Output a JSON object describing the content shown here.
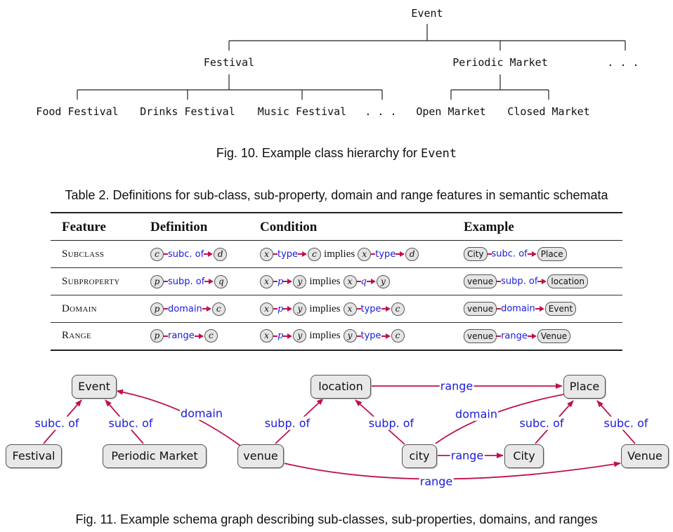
{
  "fig10": {
    "root": "Event",
    "mid": [
      "Festival",
      "Periodic Market",
      ". . ."
    ],
    "festival_children": [
      "Food Festival",
      "Drinks Festival",
      "Music Festival",
      ". . ."
    ],
    "market_children": [
      "Open Market",
      "Closed Market"
    ],
    "caption_prefix": "Fig. 10.  Example class hierarchy for ",
    "caption_term": "Event"
  },
  "table2": {
    "caption": "Table 2.  Definitions for sub-class, sub-property, domain and range features in semantic schemata",
    "headers": [
      "Feature",
      "Definition",
      "Condition",
      "Example"
    ],
    "implies": "implies",
    "rows": [
      {
        "feature": "Subclass",
        "def": [
          "c",
          "subc. of",
          "d"
        ],
        "cond1": [
          "x",
          "type",
          "c"
        ],
        "cond2": [
          "x",
          "type",
          "d"
        ],
        "ex": [
          "City",
          "subc. of",
          "Place"
        ]
      },
      {
        "feature": "Subproperty",
        "def": [
          "p",
          "subp. of",
          "q"
        ],
        "cond1": [
          "x",
          "p",
          "y"
        ],
        "cond2": [
          "x",
          "q",
          "y"
        ],
        "ex": [
          "venue",
          "subp. of",
          "location"
        ]
      },
      {
        "feature": "Domain",
        "def": [
          "p",
          "domain",
          "c"
        ],
        "cond1": [
          "x",
          "p",
          "y"
        ],
        "cond2": [
          "x",
          "type",
          "c"
        ],
        "ex": [
          "venue",
          "domain",
          "Event"
        ]
      },
      {
        "feature": "Range",
        "def": [
          "p",
          "range",
          "c"
        ],
        "cond1": [
          "x",
          "p",
          "y"
        ],
        "cond2": [
          "y",
          "type",
          "c"
        ],
        "ex": [
          "venue",
          "range",
          "Venue"
        ]
      }
    ]
  },
  "fig11": {
    "nodes": {
      "event": "Event",
      "location": "location",
      "place": "Place",
      "festival": "Festival",
      "periodic_market": "Periodic Market",
      "venue": "venue",
      "city_prop": "city",
      "city_class": "City",
      "venue_class": "Venue"
    },
    "edges": {
      "festival_event": "subc. of",
      "pm_event": "subc. of",
      "venue_event": "domain",
      "venue_location": "subp. of",
      "city_location": "subp. of",
      "location_place": "range",
      "city_place": "domain",
      "cityclass_place": "subc. of",
      "venueclass_place": "subc. of",
      "city_city": "range",
      "venue_venue": "range"
    },
    "caption": "Fig. 11.  Example schema graph describing sub-classes, sub-properties, domains, and ranges"
  },
  "colors": {
    "edge_line": "#c0104a",
    "edge_label": "#1a1adb",
    "node_fill": "#e8e8e8"
  }
}
